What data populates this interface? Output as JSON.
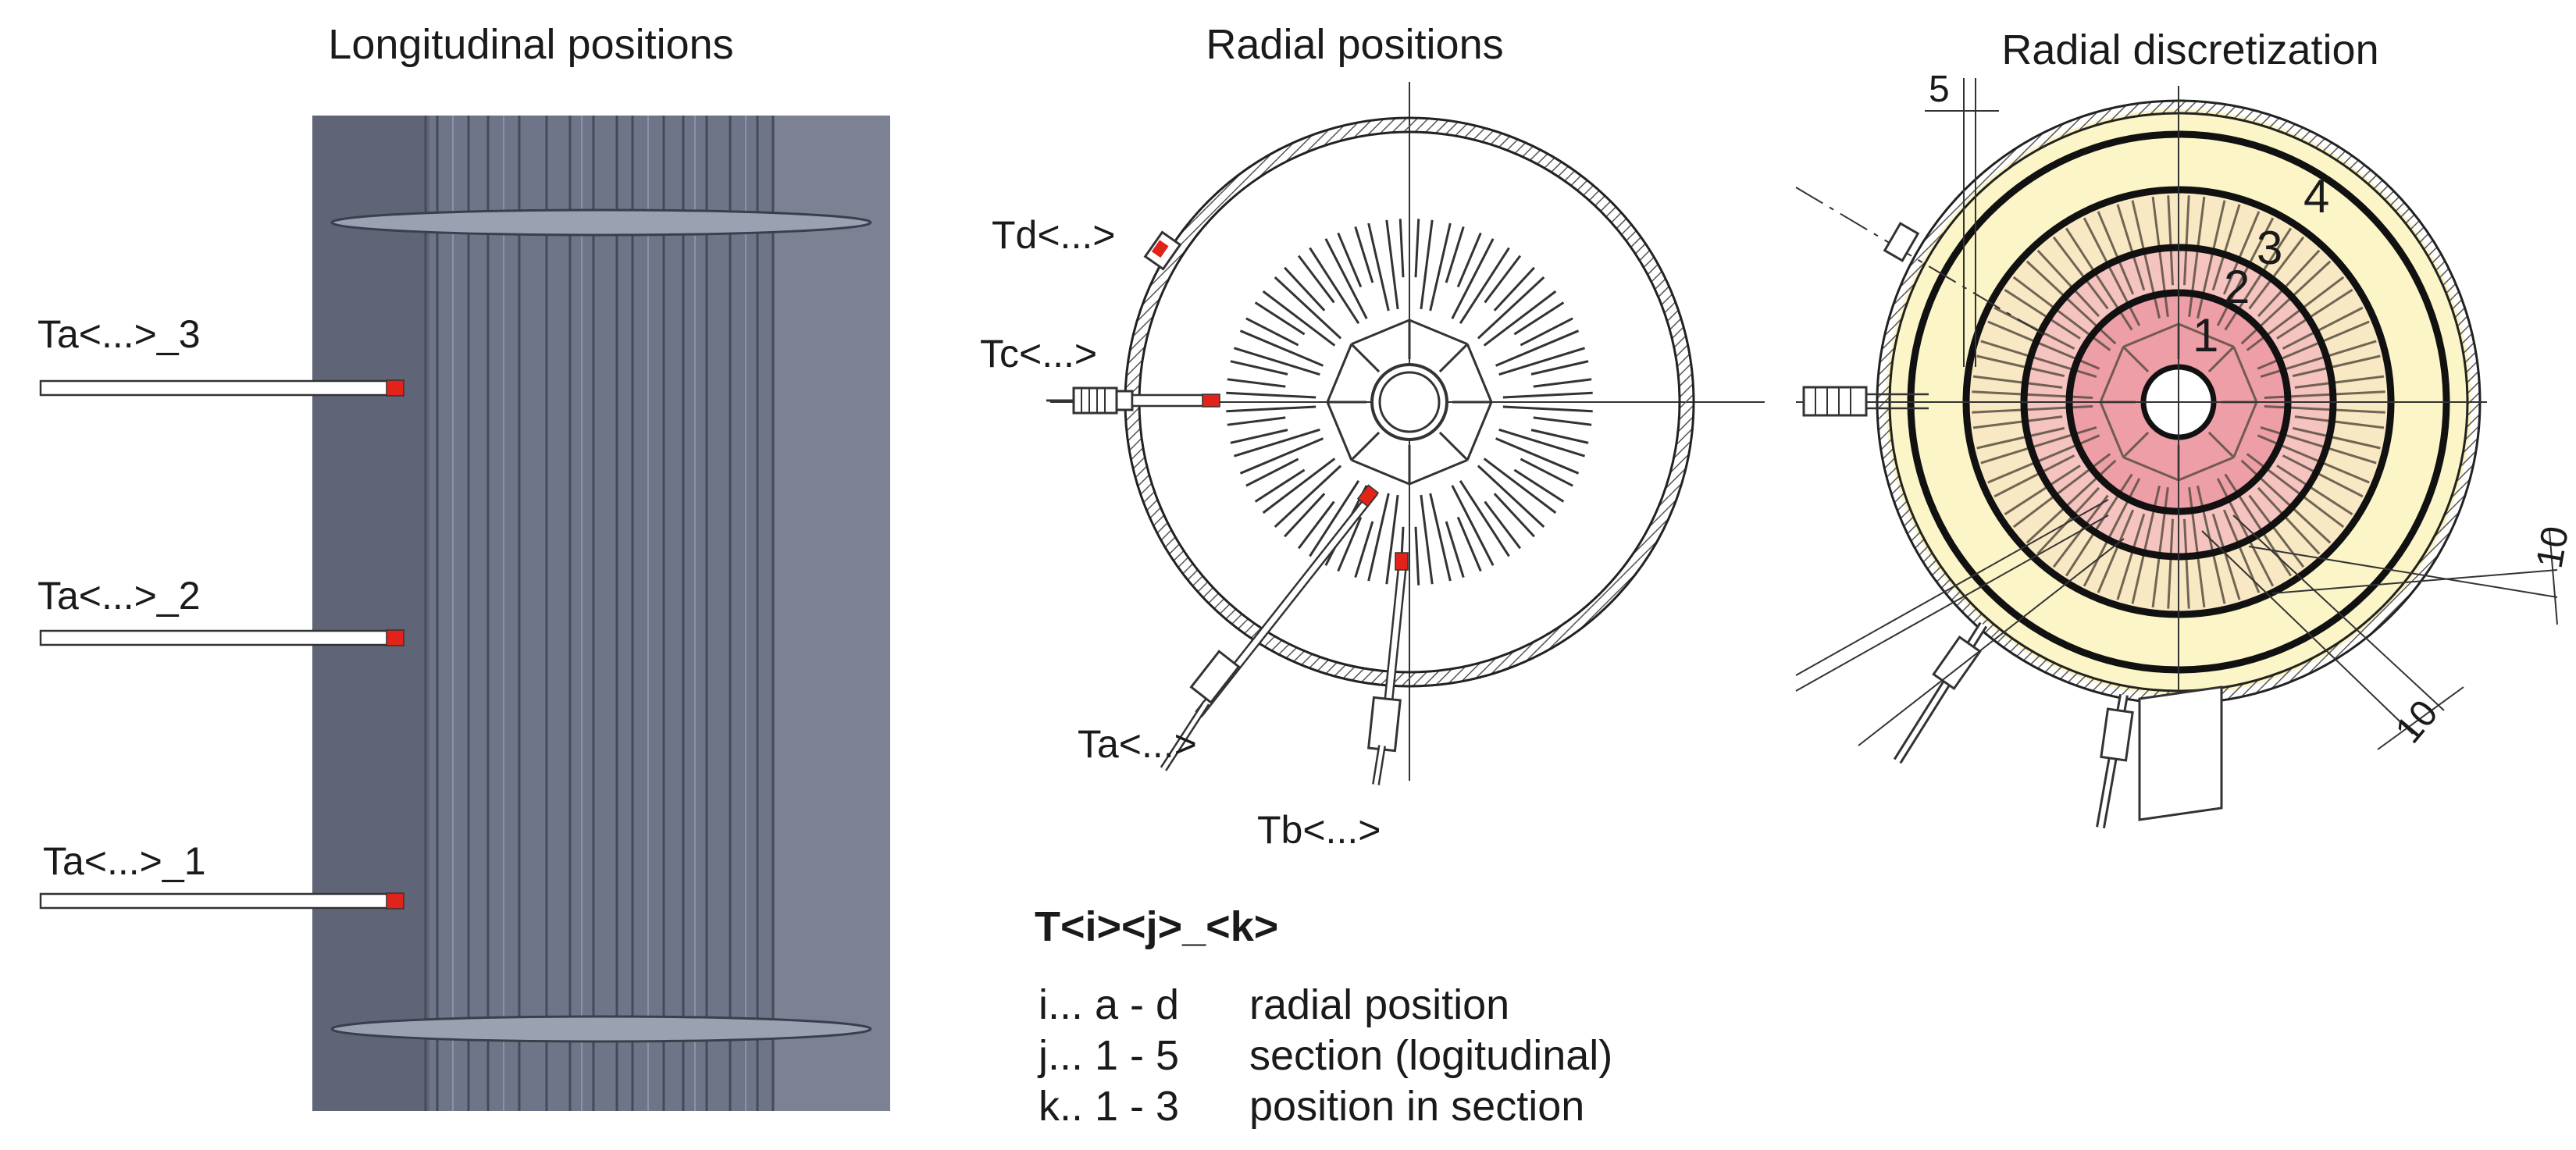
{
  "panels": {
    "longitudinal": {
      "title": "Longitudinal positions",
      "sensors": [
        "Ta<...>_3",
        "Ta<...>_2",
        "Ta<...>_1"
      ]
    },
    "radial": {
      "title": "Radial positions",
      "sensors": {
        "td": "Td<...>",
        "tc": "Tc<...>",
        "ta": "Ta<...>",
        "tb": "Tb<...>"
      }
    },
    "discretization": {
      "title": "Radial discretization",
      "zones": [
        "1",
        "2",
        "3",
        "4"
      ],
      "dims": {
        "top": "5",
        "right": "10",
        "bottom": "10"
      }
    }
  },
  "legend": {
    "heading": "T<i><j>_<k>",
    "rows": [
      {
        "key": "i... a - d",
        "desc": "radial position"
      },
      {
        "key": "j... 1 - 5",
        "desc": "section (logitudinal)"
      },
      {
        "key": "k.. 1 - 3",
        "desc": "position in section"
      }
    ]
  },
  "colors": {
    "tube": "#737a8c",
    "flange": "#9aa1b0",
    "sensor_tip": "#e2231a",
    "zone_inner": "#f2a6ab",
    "zone_mid": "#f7c6bf",
    "zone_outer": "#fbf5c8"
  }
}
